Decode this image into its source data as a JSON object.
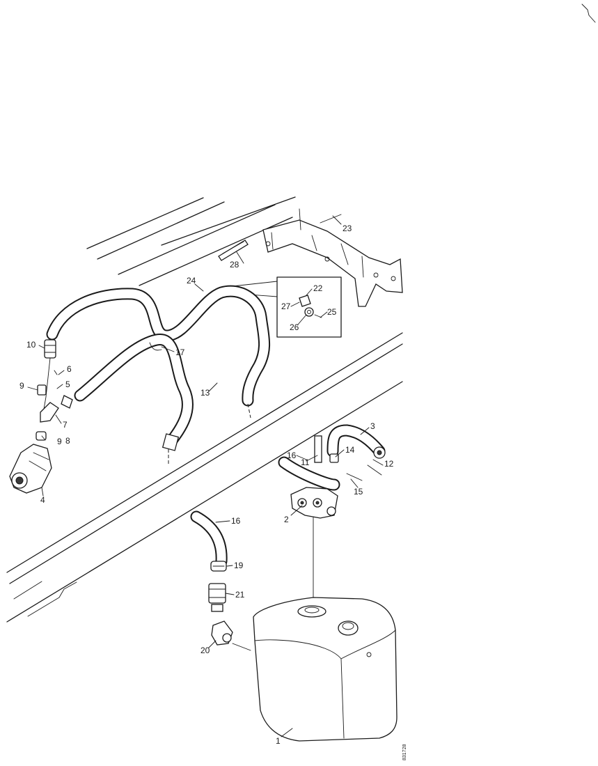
{
  "callouts": [
    {
      "id": "c1",
      "text": "1"
    },
    {
      "id": "c2",
      "text": "2"
    },
    {
      "id": "c3",
      "text": "3"
    },
    {
      "id": "c4",
      "text": "4"
    },
    {
      "id": "c5",
      "text": "5"
    },
    {
      "id": "c6",
      "text": "6"
    },
    {
      "id": "c7",
      "text": "7"
    },
    {
      "id": "c8",
      "text": "8"
    },
    {
      "id": "c9a",
      "text": "9"
    },
    {
      "id": "c9b",
      "text": "9"
    },
    {
      "id": "c10",
      "text": "10"
    },
    {
      "id": "c11",
      "text": "11"
    },
    {
      "id": "c12",
      "text": "12"
    },
    {
      "id": "c13",
      "text": "13"
    },
    {
      "id": "c14",
      "text": "14"
    },
    {
      "id": "c15",
      "text": "15"
    },
    {
      "id": "c16a",
      "text": "16"
    },
    {
      "id": "c16b",
      "text": "16"
    },
    {
      "id": "c17",
      "text": "17"
    },
    {
      "id": "c19",
      "text": "19"
    },
    {
      "id": "c20",
      "text": "20"
    },
    {
      "id": "c21",
      "text": "21"
    },
    {
      "id": "c22",
      "text": "22"
    },
    {
      "id": "c23",
      "text": "23"
    },
    {
      "id": "c24",
      "text": "24"
    },
    {
      "id": "c25",
      "text": "25"
    },
    {
      "id": "c26",
      "text": "26"
    },
    {
      "id": "c27",
      "text": "27"
    },
    {
      "id": "c28",
      "text": "28"
    }
  ],
  "reference_code": "831728"
}
